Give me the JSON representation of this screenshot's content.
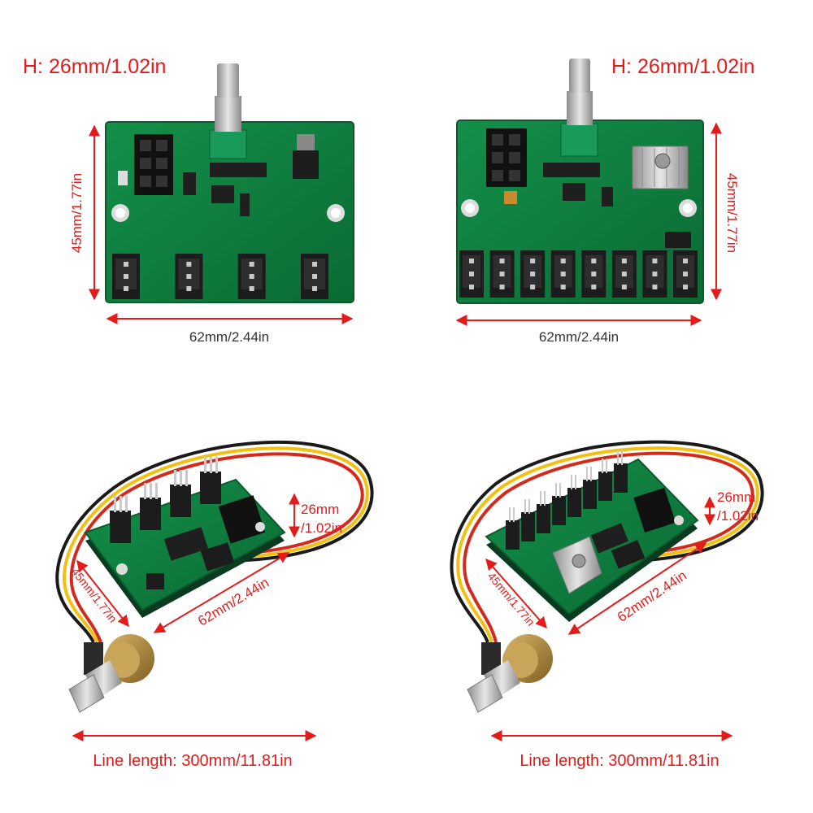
{
  "colors": {
    "annotation": "#e31b1b",
    "pcb": "#0f7f3f",
    "pcb_dark": "#0b5e2f",
    "header": "#1c1c1c",
    "pin": "#c9c9c9",
    "metal": "#b9b9b9",
    "wire_red": "#d42a1c",
    "wire_yellow": "#f2c012",
    "wire_black": "#1a1a1a",
    "brass": "#b08a3e"
  },
  "panels": {
    "top_left": {
      "height_label": "H:  26mm/1.02in",
      "width_label": "62mm/2.44in",
      "depth_label": "45mm/1.77in",
      "fan_headers": 4
    },
    "top_right": {
      "height_label": "H:  26mm/1.02in",
      "width_label": "62mm/2.44in",
      "depth_label": "45mm/1.77in",
      "fan_headers": 8
    },
    "bottom_left": {
      "height_label_line1": "26mm",
      "height_label_line2": "/1.02in",
      "width_label": "62mm/2.44in",
      "depth_label": "45mm/1.77in",
      "line_length_label": "Line length: 300mm/11.81in",
      "fan_headers": 4
    },
    "bottom_right": {
      "height_label_line1": "26mm",
      "height_label_line2": "/1.02in",
      "width_label": "62mm/2.44in",
      "depth_label": "45mm/1.77in",
      "line_length_label": "Line length: 300mm/11.81in",
      "fan_headers": 8
    }
  }
}
